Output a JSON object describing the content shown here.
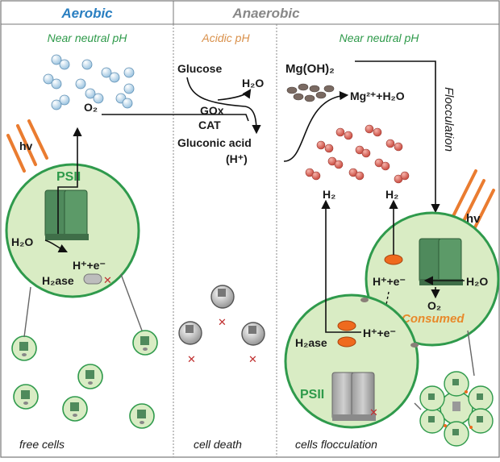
{
  "headers": {
    "aerobic": "Aerobic",
    "anaerobic": "Anaerobic"
  },
  "conditions": {
    "left": "Near neutral pH",
    "middle": "Acidic pH",
    "right": "Near neutral pH"
  },
  "labels": {
    "o2": "O₂",
    "hv_left": "hv",
    "hv_right": "hv",
    "psii_left": "PSII",
    "h2o_left": "H₂O",
    "hplus_e_left": "H⁺+e⁻",
    "h2ase_left": "H₂ase",
    "glucose": "Glucose",
    "h2o_mid": "H₂O",
    "gox": "GOx",
    "cat": "CAT",
    "gluconic_acid": "Gluconic acid",
    "hplus_mid": "(H⁺)",
    "mgoh2": "Mg(OH)₂",
    "mg_product": "Mg²⁺+H₂O",
    "flocculation": "Flocculation",
    "h2_a": "H₂",
    "h2_b": "H₂",
    "hplus_e_right_top": "H⁺+e⁻",
    "h2o_right": "H₂O",
    "o2_right": "O₂",
    "consumed": "Consumed",
    "hplus_e_right_bottom": "H⁺+e⁻",
    "h2ase_right": "H₂ase",
    "psii_right": "PSII"
  },
  "captions": {
    "left": "free cells",
    "middle": "cell  death",
    "right": "cells flocculation"
  },
  "colors": {
    "aerobic_blue": "#2a7fc1",
    "green_text": "#2e9a4a",
    "acidic_orange": "#d9904a",
    "consumed_orange": "#e8892a",
    "cell_fill": "#d9ecc4",
    "cell_stroke": "#2f9a4c",
    "psii_green": "#4f8a5c",
    "h2ase_orange": "#ef6a1e",
    "o2_bubble": "#bcd7ea",
    "h2_bubble": "#de6f62",
    "mg_particle": "#7a6a62",
    "arrow_orange": "#ea7c30"
  }
}
